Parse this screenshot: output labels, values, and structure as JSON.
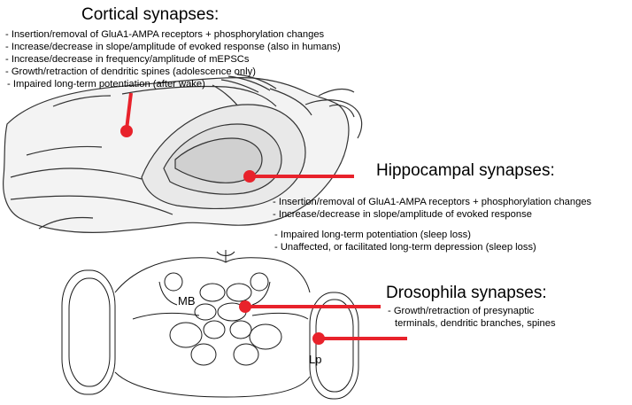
{
  "cortical": {
    "title": "Cortical synapses:",
    "items": [
      "- Insertion/removal of GluA1-AMPA receptors + phosphorylation changes",
      "- Increase/decrease in slope/amplitude of evoked response (also in humans)",
      "- Increase/decrease  in frequency/amplitude of mEPSCs",
      "- Growth/retraction of dendritic spines (adolescence only)",
      "- Impaired long-term potentiation (after wake)"
    ]
  },
  "hippocampal": {
    "title": "Hippocampal synapses:",
    "items": [
      "- Insertion/removal of GluA1-AMPA receptors + phosphorylation changes",
      "- Increase/decrease in slope/amplitude of evoked response",
      "- Impaired long-term potentiation (sleep loss)",
      "- Unaffected, or facilitated long-term depression (sleep loss)"
    ]
  },
  "drosophila": {
    "title": "Drosophila synapses:",
    "items": [
      "- Growth/retraction of presynaptic",
      "terminals, dendritic branches, spines"
    ]
  },
  "fly_brain_labels": {
    "mb": "MB",
    "lp": "Lp"
  },
  "colors": {
    "marker": "#e8222b",
    "outline": "#1a1a1a"
  }
}
